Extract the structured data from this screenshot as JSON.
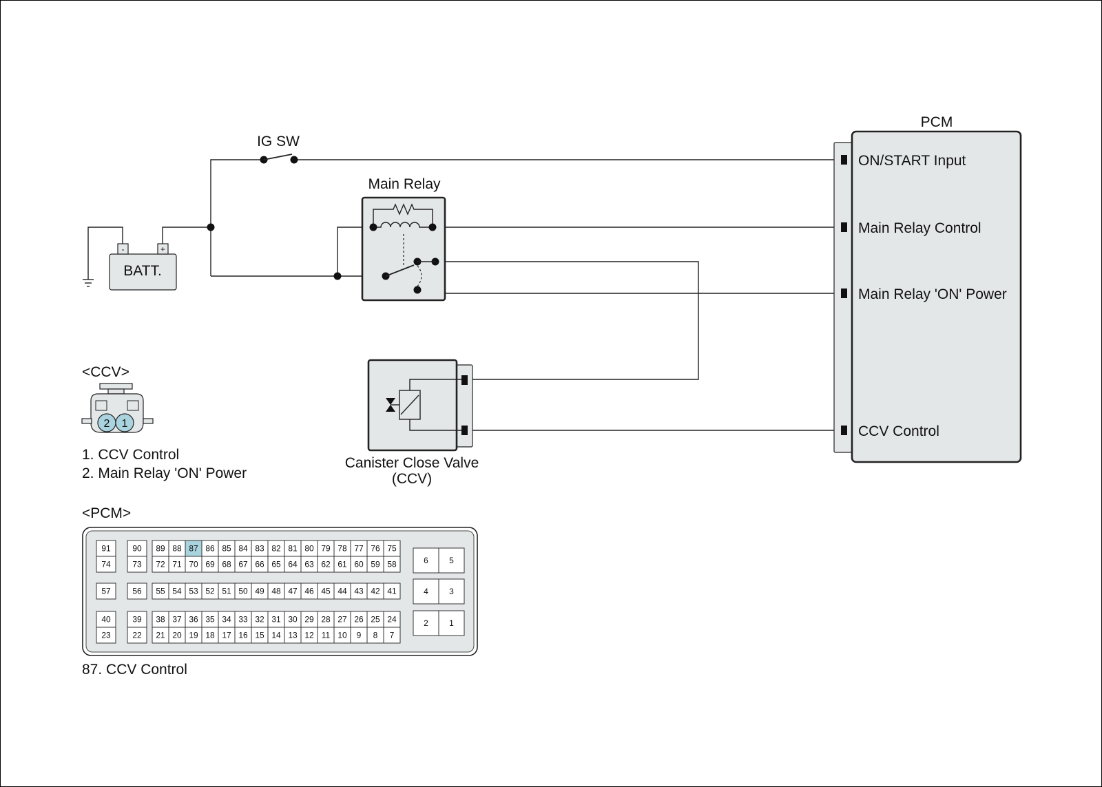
{
  "labels": {
    "ig_sw": "IG SW",
    "main_relay": "Main Relay",
    "batt": "BATT.",
    "batt_minus": "-",
    "batt_plus": "+",
    "pcm_title": "PCM",
    "ccv_name_1": "Canister Close Valve",
    "ccv_name_2": "(CCV)"
  },
  "pcm_pins": {
    "on_start": "ON/START Input",
    "main_relay_control": "Main Relay Control",
    "main_relay_on_power": "Main Relay 'ON' Power",
    "ccv_control": "CCV Control"
  },
  "ccv_connector": {
    "title": "<CCV>",
    "pin_2": "2",
    "pin_1": "1",
    "legend_1": "1. CCV Control",
    "legend_2": "2. Main Relay 'ON' Power"
  },
  "pcm_connector": {
    "title": "<PCM>",
    "highlight_pin": "87",
    "highlight_color": "#a9d3de",
    "legend": "87. CCV Control",
    "left_singles_top": [
      "91",
      "74",
      "57",
      "40",
      "23"
    ],
    "left_singles_mid": [
      "90",
      "73",
      "56",
      "39",
      "22"
    ],
    "block1_row1": [
      "89",
      "88",
      "87",
      "86",
      "85",
      "84",
      "83",
      "82",
      "81",
      "80",
      "79",
      "78",
      "77",
      "76",
      "75"
    ],
    "block1_row2": [
      "72",
      "71",
      "70",
      "69",
      "68",
      "67",
      "66",
      "65",
      "64",
      "63",
      "62",
      "61",
      "60",
      "59",
      "58"
    ],
    "block2_row": [
      "55",
      "54",
      "53",
      "52",
      "51",
      "50",
      "49",
      "48",
      "47",
      "46",
      "45",
      "44",
      "43",
      "42",
      "41"
    ],
    "block3_row1": [
      "38",
      "37",
      "36",
      "35",
      "34",
      "33",
      "32",
      "31",
      "30",
      "29",
      "28",
      "27",
      "26",
      "25",
      "24"
    ],
    "block3_row2": [
      "21",
      "20",
      "19",
      "18",
      "17",
      "16",
      "15",
      "14",
      "13",
      "12",
      "11",
      "10",
      "9",
      "8",
      "7"
    ],
    "right_pairs": [
      [
        "6",
        "5"
      ],
      [
        "4",
        "3"
      ],
      [
        "2",
        "1"
      ]
    ]
  }
}
